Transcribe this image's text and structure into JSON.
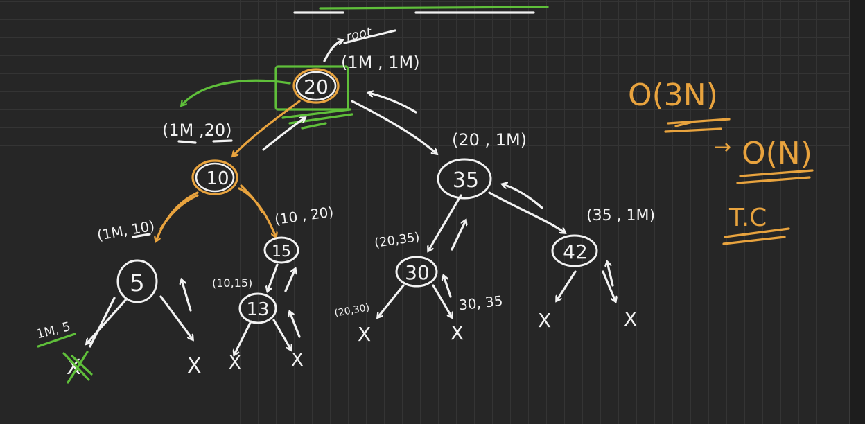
{
  "tree": {
    "root_tag": "root",
    "nodes": {
      "n20": "20",
      "n10": "10",
      "n35": "35",
      "n5": "5",
      "n15": "15",
      "n30": "30",
      "n42": "42",
      "n13": "13"
    },
    "ranges": {
      "r20": "(1M , 1M)",
      "r10": "(1M ,20)",
      "r35": "(20 , 1M)",
      "r5": "(1M, 10)",
      "r15": "(10 , 20)",
      "r30": "(20,35)",
      "r42": "(35 , 1M)",
      "r13": "(10,15)",
      "r5_left": "1M, 5",
      "r30_left": "(20,30)",
      "r30_right": "30, 35"
    },
    "null_mark": "X"
  },
  "complexity": {
    "big_o_3n": "O(3N)",
    "big_o_n": "O(N)",
    "tc_label": "T.C",
    "arrow": "→"
  },
  "colors": {
    "chalk_white": "#f2f2f2",
    "orange": "#e8a33e",
    "green": "#5fbf3a",
    "board": "#262626"
  }
}
